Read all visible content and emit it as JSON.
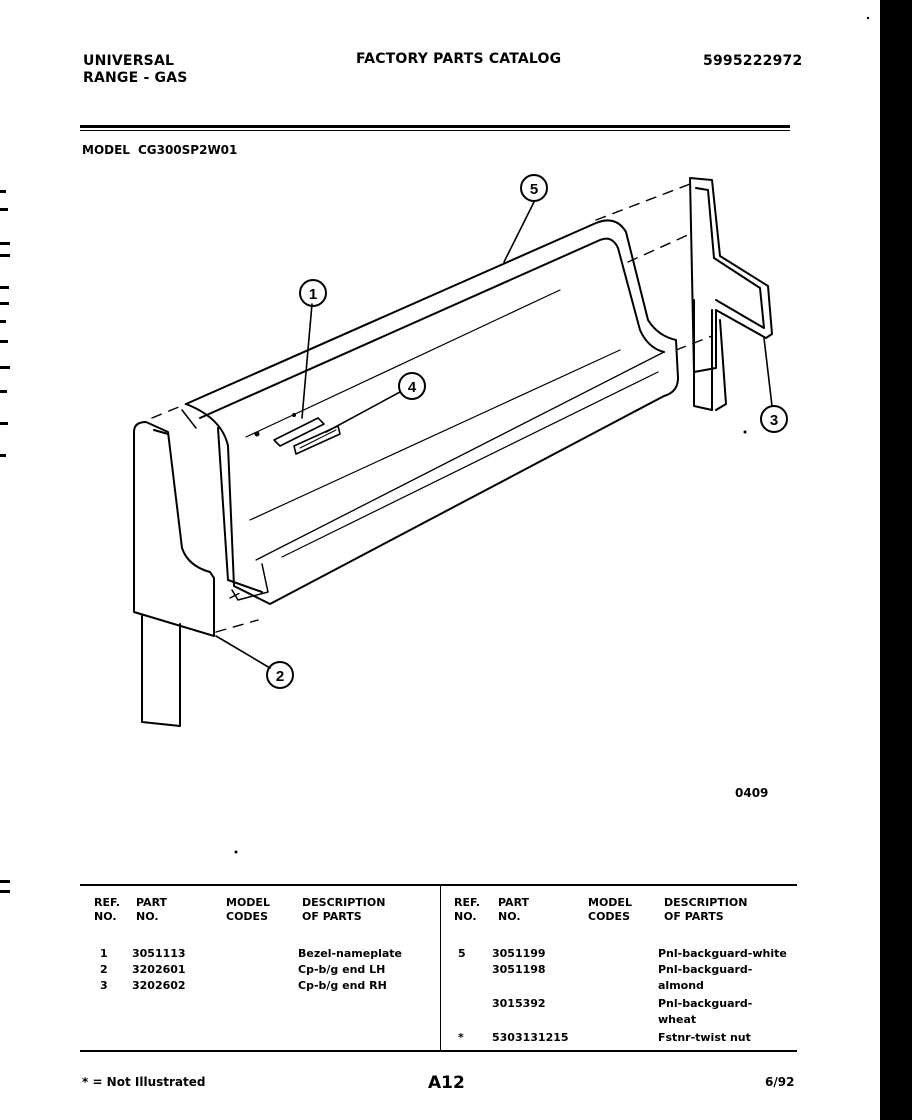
{
  "header": {
    "brand_line1": "UNIVERSAL",
    "brand_line2": "RANGE - GAS",
    "catalog_title": "FACTORY PARTS CATALOG",
    "catalog_number": "5995222972"
  },
  "model": {
    "label": "MODEL",
    "number": "CG300SP2W01"
  },
  "diagram": {
    "callouts": [
      "1",
      "2",
      "3",
      "4",
      "5"
    ],
    "drawing_code": "0409"
  },
  "table": {
    "headers": {
      "ref_no": [
        "REF.",
        "NO."
      ],
      "part_no": [
        "PART",
        "NO."
      ],
      "model_codes": [
        "MODEL",
        "CODES"
      ],
      "description": [
        "DESCRIPTION",
        "OF PARTS"
      ]
    },
    "left_rows": [
      {
        "ref": "1",
        "part": "3051113",
        "codes": "",
        "desc": "Bezel-nameplate"
      },
      {
        "ref": "2",
        "part": "3202601",
        "codes": "",
        "desc": "Cp-b/g end LH"
      },
      {
        "ref": "3",
        "part": "3202602",
        "codes": "",
        "desc": "Cp-b/g end RH"
      }
    ],
    "right_rows": [
      {
        "ref": "5",
        "part": "3051199",
        "codes": "",
        "desc": "Pnl-backguard-white"
      },
      {
        "ref": "",
        "part": "3051198",
        "codes": "",
        "desc": "Pnl-backguard-almond"
      },
      {
        "ref": "",
        "part": "3015392",
        "codes": "",
        "desc": "Pnl-backguard-wheat"
      },
      {
        "ref": "*",
        "part": "5303131215",
        "codes": "",
        "desc": "Fstnr-twist nut"
      }
    ]
  },
  "footer": {
    "not_illustrated": "* = Not Illustrated",
    "page": "A12",
    "date": "6/92"
  },
  "colors": {
    "ink": "#000000",
    "paper": "#ffffff"
  }
}
